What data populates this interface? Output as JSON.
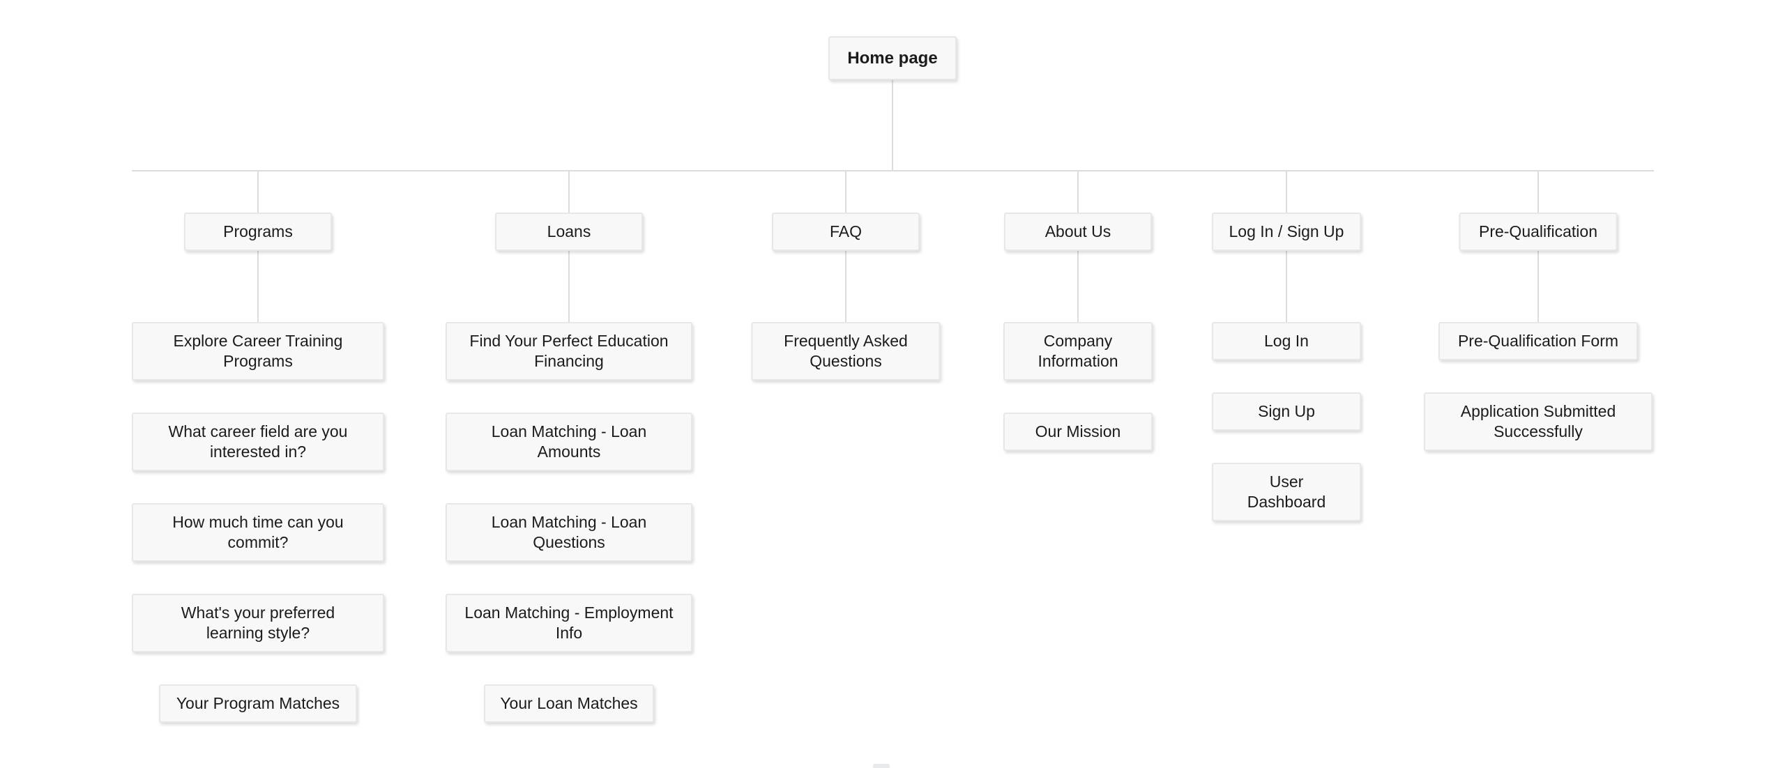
{
  "home": {
    "label": "Home page"
  },
  "columns": [
    {
      "label": "Programs",
      "children": [
        "Explore Career Training\nPrograms",
        "What career field are you\ninterested in?",
        "How much time can you\ncommit?",
        "What's your preferred\nlearning style?",
        "Your Program Matches"
      ]
    },
    {
      "label": "Loans",
      "children": [
        "Find Your Perfect Education\nFinancing",
        "Loan Matching - Loan\nAmounts",
        "Loan Matching - Loan\nQuestions",
        "Loan Matching - Employment\nInfo",
        "Your Loan Matches"
      ]
    },
    {
      "label": "FAQ",
      "children": [
        "Frequently Asked\nQuestions"
      ]
    },
    {
      "label": "About Us",
      "children": [
        "Company\nInformation",
        "Our Mission"
      ]
    },
    {
      "label": "Log In / Sign Up",
      "children": [
        "Log In",
        "Sign Up",
        "User\nDashboard"
      ]
    },
    {
      "label": "Pre-Qualification",
      "children": [
        "Pre-Qualification Form",
        "Application Submitted\nSuccessfully"
      ]
    }
  ],
  "colors": {
    "background": "#ffffff",
    "node_fill": "#f8f8f8",
    "node_border": "#e7e7e7",
    "connector": "#dcdcdc",
    "text": "#1b1b1b"
  }
}
